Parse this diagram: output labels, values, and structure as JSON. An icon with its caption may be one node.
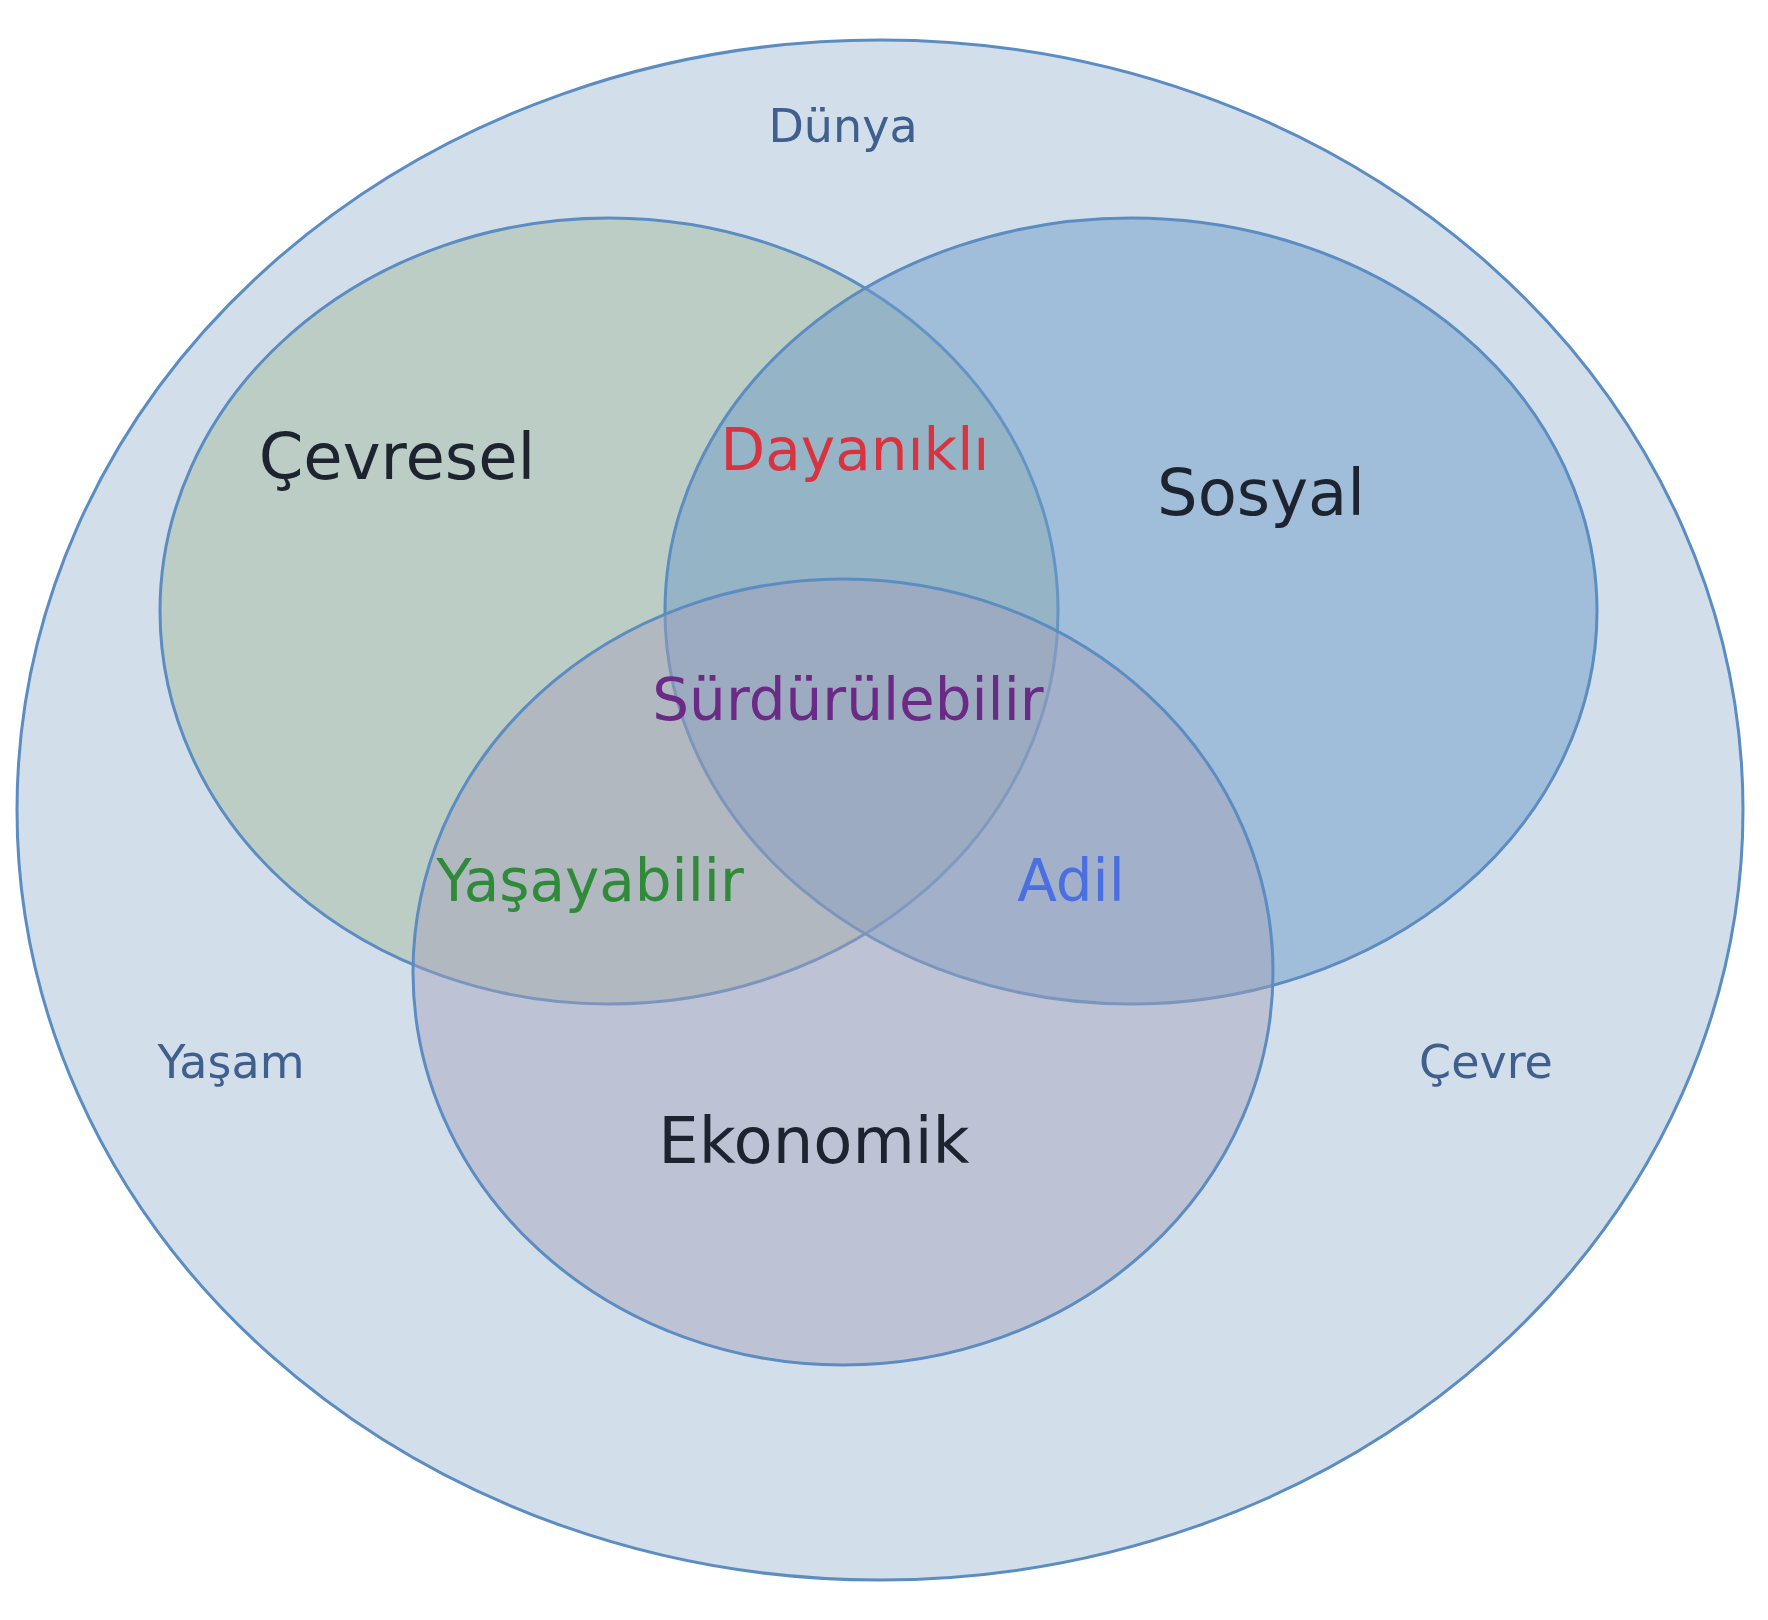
{
  "diagram": {
    "nodes": [
      {
        "text": [
          "Dünya"
        ]
      },
      {
        "text": [
          "Çevresel"
        ],
        "in": 0
      },
      {
        "text": [
          "Sosyal"
        ],
        "in": 0
      },
      {
        "text": [
          "Ekonomik"
        ],
        "in": 0
      }
    ],
    "labels": [
      "Dayanıklı",
      "Sürdürülebilir",
      "Yaşayabilir",
      "Adil",
      "Yaşam",
      "Çevre"
    ]
  }
}
